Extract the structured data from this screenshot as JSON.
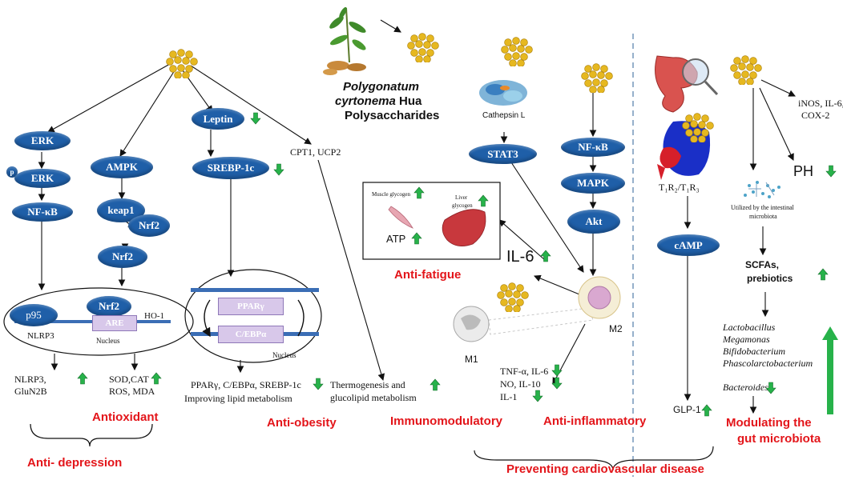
{
  "title": {
    "line1": "Polygonatum",
    "line2": "cyrtonema",
    "line2b": " Hua",
    "line3": "Polysaccharides"
  },
  "nodes": {
    "erk1": "ERK",
    "p": "p",
    "erk2": "ERK",
    "nfkb1": "NF-κB",
    "ampk": "AMPK",
    "keap1": "keap1",
    "nrf2a": "Nrf2",
    "nrf2b": "Nrf2",
    "leptin": "Leptin",
    "srebp": "SREBP-1c",
    "stat3": "STAT3",
    "nfkb2": "NF-κB",
    "mapk": "MAPK",
    "akt": "Akt",
    "camp": "cAMP",
    "p95": "p95",
    "nrf2c": "Nrf2",
    "are": "ARE",
    "ppar": "PPARγ",
    "cebp": "C/EBPα"
  },
  "labels": {
    "nlrp3_in": "NLRP3",
    "ho1": "HO-1",
    "nucleus1": "Nucleus",
    "nucleus2": "Nucleus",
    "cpt1": "CPT1, UCP2",
    "cathepsin": "Cathepsin L",
    "nlrp3_out1": "NLRP3,",
    "nlrp3_out2": "GluN2B",
    "sod1": "SOD,CAT",
    "sod2": "ROS, MDA",
    "ppar_out": "PPARγ,  C/EBPα,   SREBP-1c",
    "improving": "Improving lipid metabolism",
    "thermo1": "Thermogenesis and",
    "thermo2": "glucolipid metabolism",
    "atp": "ATP",
    "muscle": "Muscle glycogen",
    "liver1": "Liver",
    "liver2": "glycogen",
    "il6": "IL-6",
    "m1": "M1",
    "m2": "M2",
    "tnf": "TNF-α, IL-6",
    "no": "NO, IL-10",
    "il1": "IL-1",
    "t1r2": "T₁R₂/T₁R₃",
    "glp": "GLP-1",
    "inos1": "iNOS, IL-6,",
    "inos2": "COX-2",
    "ph": "PH",
    "utilized1": "Utilized by the intestinal",
    "utilized2": "microbiota",
    "scfa1": "SCFAs,",
    "scfa2": "prebiotics",
    "bact": [
      "Lactobacillus",
      "Megamonas",
      "Bifidobacterium",
      "Phascolarctobacterium"
    ],
    "bacteroides": "Bacteroides"
  },
  "effects": {
    "antioxidant": "Antioxidant",
    "antidep": "Anti- depression",
    "antiobesity": "Anti-obesity",
    "antifatigue": "Anti-fatigue",
    "immuno": "Immunomodulatory",
    "antiinflam": "Anti-inflammatory",
    "cardio": "Preventing cardiovascular disease",
    "gut1": "Modulating the",
    "gut2": "gut microbiota"
  },
  "colors": {
    "node": "#1f5fa8",
    "effect": "#e3151a",
    "up_arrow": "#27b24a",
    "bead": "#e6b820"
  }
}
